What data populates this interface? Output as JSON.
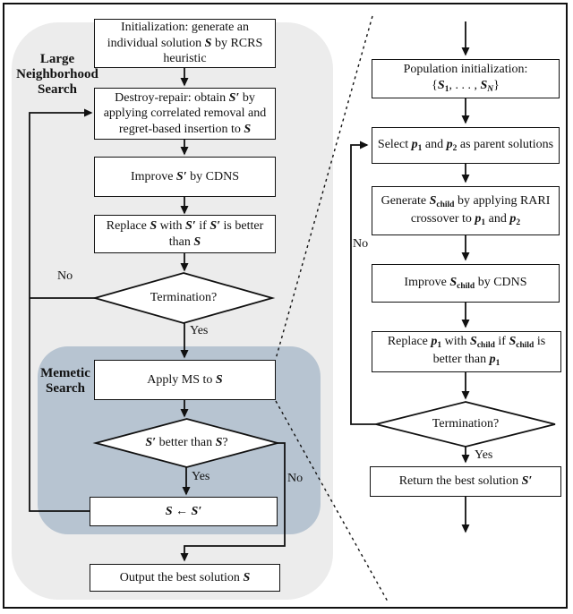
{
  "figure": {
    "type": "flowchart",
    "colors": {
      "lns_region_bg": "#ececec",
      "memetic_region_bg": "#b7c4d1",
      "line": "#111111",
      "node_bg": "#ffffff"
    },
    "left_panel": {
      "zone_labels": {
        "lns": "Large Neighborhood Search",
        "memetic": "Memetic Search"
      },
      "nodes": {
        "init": {
          "segments": [
            {
              "t": "Initialization: generate an individual solution "
            },
            {
              "t": "S",
              "m": "bi"
            },
            {
              "t": " by RCRS heuristic"
            }
          ]
        },
        "destroy": {
          "segments": [
            {
              "t": "Destroy-repair: obtain "
            },
            {
              "t": "S′",
              "m": "bi"
            },
            {
              "t": " by applying correlated removal and regret-based insertion to "
            },
            {
              "t": "S",
              "m": "bi"
            }
          ]
        },
        "improve": {
          "segments": [
            {
              "t": "Improve "
            },
            {
              "t": "S′",
              "m": "bi"
            },
            {
              "t": " by CDNS"
            }
          ]
        },
        "replace": {
          "segments": [
            {
              "t": "Replace "
            },
            {
              "t": "S",
              "m": "bi"
            },
            {
              "t": " with "
            },
            {
              "t": "S′",
              "m": "bi"
            },
            {
              "t": " if "
            },
            {
              "t": "S′",
              "m": "bi"
            },
            {
              "t": " is better than "
            },
            {
              "t": "S",
              "m": "bi"
            }
          ]
        },
        "termination": {
          "segments": [
            {
              "t": "Termination?"
            }
          ]
        },
        "apply_ms": {
          "segments": [
            {
              "t": "Apply MS to "
            },
            {
              "t": "S",
              "m": "bi"
            }
          ]
        },
        "better": {
          "segments": [
            {
              "t": "S′",
              "m": "bi"
            },
            {
              "t": " better than "
            },
            {
              "t": "S",
              "m": "bi"
            },
            {
              "t": "?"
            }
          ]
        },
        "assign": {
          "segments": [
            {
              "t": "S",
              "m": "bi"
            },
            {
              "t": " ← "
            },
            {
              "t": "S′",
              "m": "bi"
            }
          ]
        },
        "output": {
          "segments": [
            {
              "t": "Output the best solution "
            },
            {
              "t": "S",
              "m": "bi"
            }
          ]
        }
      },
      "edge_labels": {
        "no_termination": "No",
        "yes_termination": "Yes",
        "yes_better": "Yes",
        "no_better": "No"
      }
    },
    "right_panel": {
      "nodes": {
        "population": {
          "segments": [
            {
              "t": "Population initialization:"
            },
            {
              "m": "br"
            },
            {
              "t": "{"
            },
            {
              "t": "S",
              "m": "bi"
            },
            {
              "t": "1",
              "m": "sub"
            },
            {
              "t": ", . . . , "
            },
            {
              "t": "S",
              "m": "bi"
            },
            {
              "t": "N",
              "m": "subi"
            },
            {
              "t": "}"
            }
          ]
        },
        "select": {
          "segments": [
            {
              "t": "Select "
            },
            {
              "t": "p",
              "m": "bi"
            },
            {
              "t": "1",
              "m": "sub"
            },
            {
              "t": " and "
            },
            {
              "t": "p",
              "m": "bi"
            },
            {
              "t": "2",
              "m": "sub"
            },
            {
              "t": " as parent solutions"
            }
          ]
        },
        "generate": {
          "segments": [
            {
              "t": "Generate "
            },
            {
              "t": "S",
              "m": "bi"
            },
            {
              "t": "child",
              "m": "sub"
            },
            {
              "t": " by applying RARI crossover to "
            },
            {
              "t": "p",
              "m": "bi"
            },
            {
              "t": "1",
              "m": "sub"
            },
            {
              "t": " and "
            },
            {
              "t": "p",
              "m": "bi"
            },
            {
              "t": "2",
              "m": "sub"
            }
          ]
        },
        "improve_child": {
          "segments": [
            {
              "t": "Improve "
            },
            {
              "t": "S",
              "m": "bi"
            },
            {
              "t": "child",
              "m": "sub"
            },
            {
              "t": " by CDNS"
            }
          ]
        },
        "replace_parent": {
          "segments": [
            {
              "t": "Replace "
            },
            {
              "t": "p",
              "m": "bi"
            },
            {
              "t": "1",
              "m": "sub"
            },
            {
              "t": " with "
            },
            {
              "t": "S",
              "m": "bi"
            },
            {
              "t": "child",
              "m": "sub"
            },
            {
              "t": " if "
            },
            {
              "t": "S",
              "m": "bi"
            },
            {
              "t": "child",
              "m": "sub"
            },
            {
              "t": " is better than "
            },
            {
              "t": "p",
              "m": "bi"
            },
            {
              "t": "1",
              "m": "sub"
            }
          ]
        },
        "termination": {
          "segments": [
            {
              "t": "Termination?"
            }
          ]
        },
        "return": {
          "segments": [
            {
              "t": "Return the best solution "
            },
            {
              "t": "S′",
              "m": "bi"
            }
          ]
        }
      },
      "edge_labels": {
        "no_termination": "No",
        "yes_termination": "Yes"
      }
    }
  }
}
